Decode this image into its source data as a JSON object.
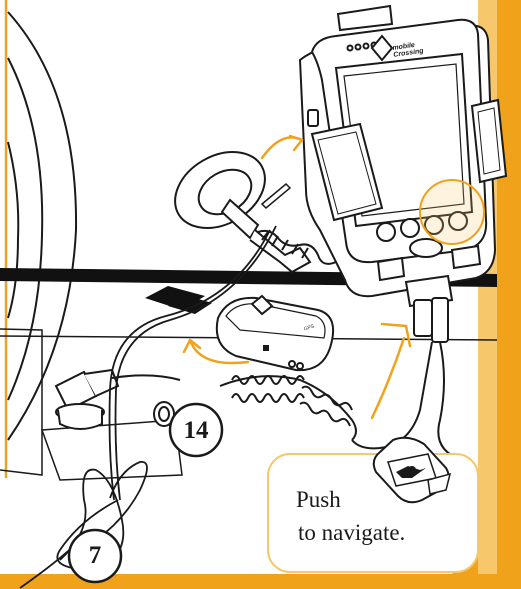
{
  "colors": {
    "accent_orange": "#F0A21B",
    "light_orange": "#F6C76B",
    "line": "#1a1a1a",
    "mount_bar": "#111111",
    "tint": "#FFF7E6"
  },
  "callouts": {
    "step_14": "14",
    "step_7": "7"
  },
  "instruction": {
    "line1": "Push",
    "line2": "to navigate."
  },
  "pda": {
    "brand": "mobile\nCrossing"
  },
  "gps_unit": {
    "label": "GPS"
  },
  "icons": [
    "navigate-button-icon",
    "pda-device-icon",
    "gps-receiver-icon",
    "suction-mount-icon",
    "power-plug-icon",
    "coiled-cable-icon",
    "curved-arrow-icon"
  ]
}
